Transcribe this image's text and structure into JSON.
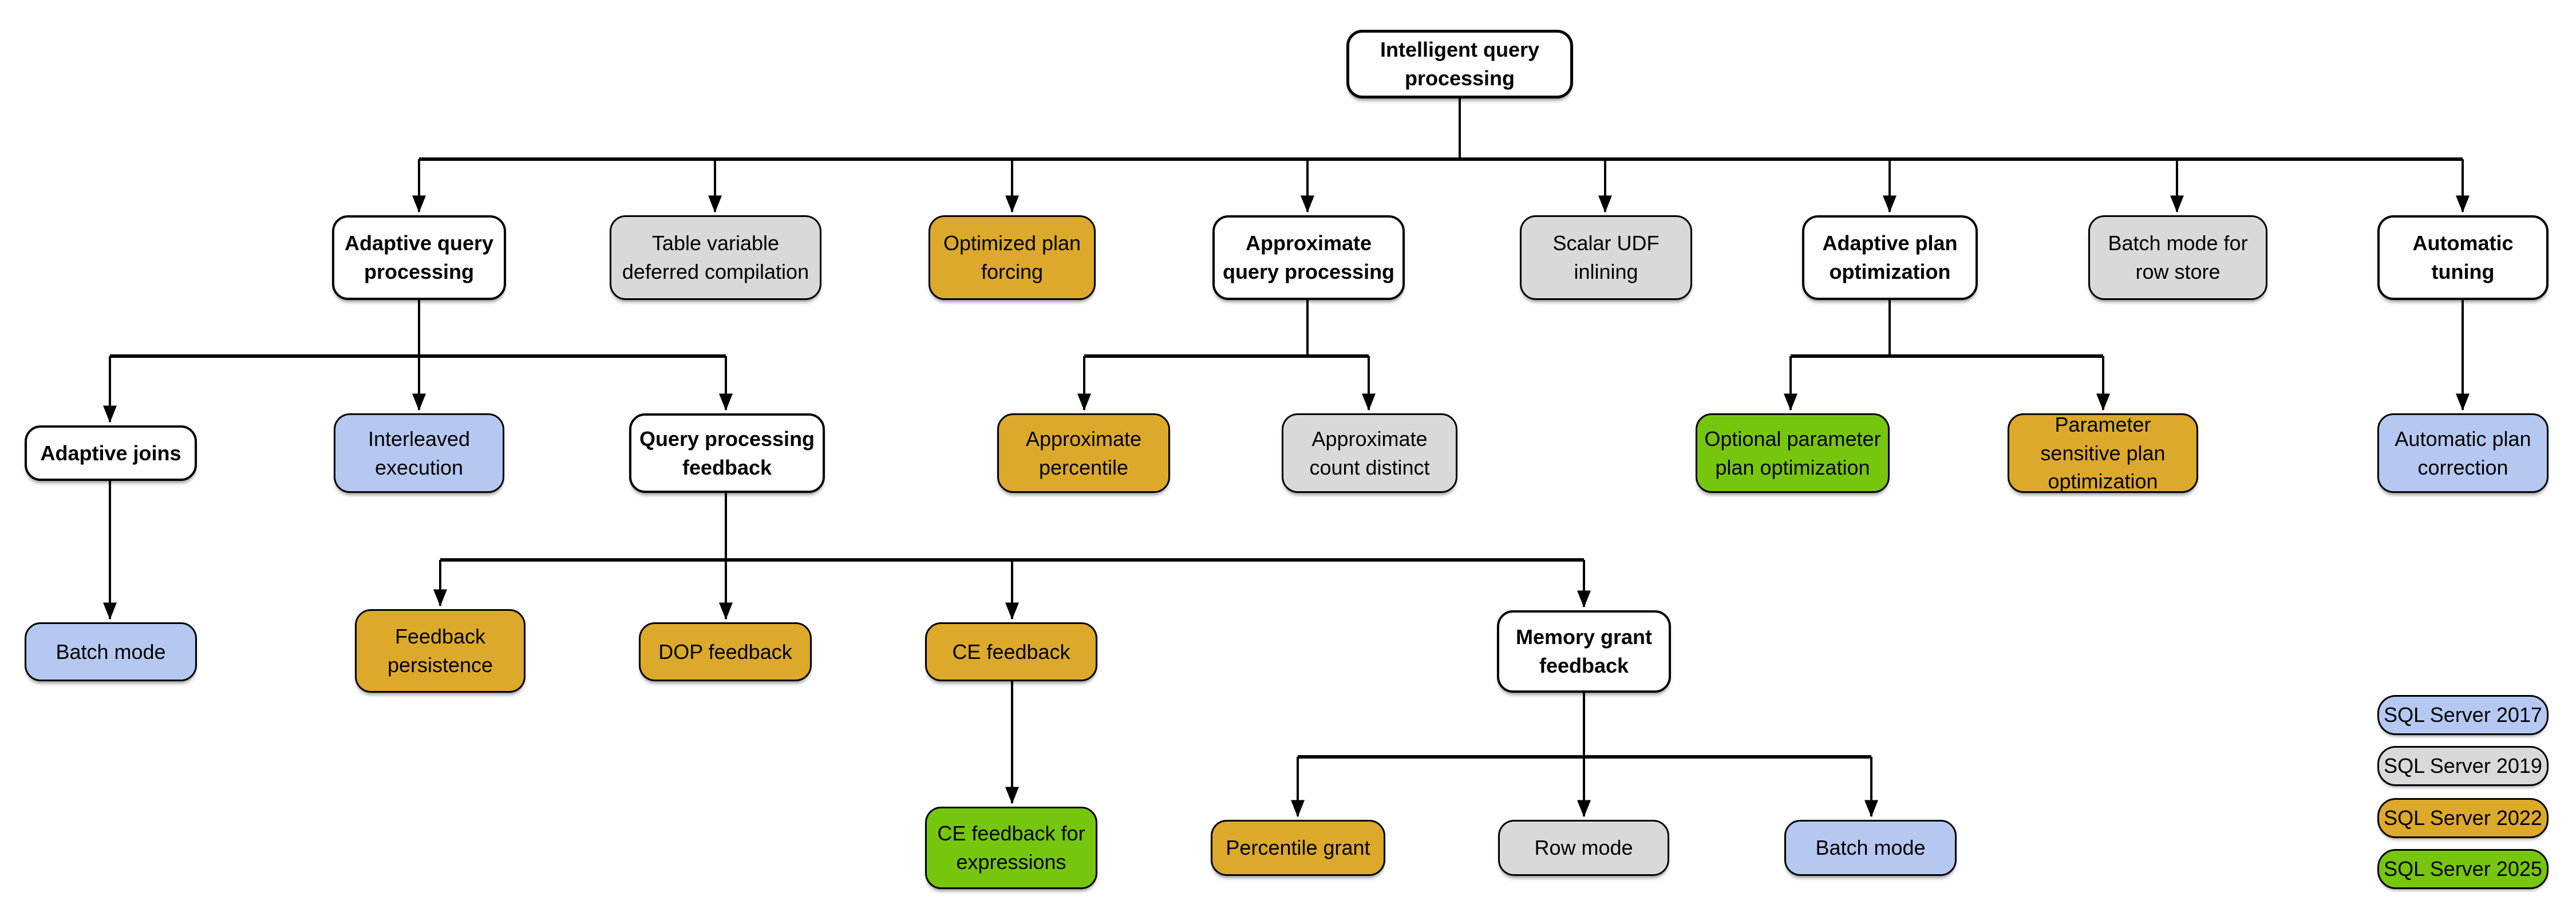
{
  "diagram_title": "Intelligent query processing",
  "colors": {
    "category": "#ffffff",
    "sql2017": "#b5c8f2",
    "sql2019": "#d9d9d9",
    "sql2022": "#dca92a",
    "sql2025": "#77c60e"
  },
  "nodes": {
    "root": {
      "label": "Intelligent query processing",
      "version": "category"
    },
    "aqp": {
      "label": "Adaptive query processing",
      "version": "category"
    },
    "tvdc": {
      "label": "Table variable deferred compilation",
      "version": "sql2019"
    },
    "opf": {
      "label": "Optimized plan forcing",
      "version": "sql2022"
    },
    "approx_qp": {
      "label": "Approximate query processing",
      "version": "category"
    },
    "sudf": {
      "label": "Scalar UDF inlining",
      "version": "sql2019"
    },
    "apo": {
      "label": "Adaptive plan optimization",
      "version": "category"
    },
    "bmrs": {
      "label": "Batch mode for row store",
      "version": "sql2019"
    },
    "at": {
      "label": "Automatic tuning",
      "version": "category"
    },
    "aj": {
      "label": "Adaptive joins",
      "version": "category"
    },
    "ie": {
      "label": "Interleaved execution",
      "version": "sql2017"
    },
    "qpf": {
      "label": "Query processing feedback",
      "version": "category"
    },
    "ap": {
      "label": "Approximate percentile",
      "version": "sql2022"
    },
    "acd": {
      "label": "Approximate count distinct",
      "version": "sql2019"
    },
    "oppo": {
      "label": "Optional parameter plan optimization",
      "version": "sql2025"
    },
    "pspo": {
      "label": "Parameter sensitive plan optimization",
      "version": "sql2022"
    },
    "apc": {
      "label": "Automatic plan correction",
      "version": "sql2017"
    },
    "bm_aj": {
      "label": "Batch mode",
      "version": "sql2017"
    },
    "fp": {
      "label": "Feedback persistence",
      "version": "sql2022"
    },
    "dop": {
      "label": "DOP feedback",
      "version": "sql2022"
    },
    "cef": {
      "label": "CE feedback",
      "version": "sql2022"
    },
    "mgf": {
      "label": "Memory grant feedback",
      "version": "category"
    },
    "cefe": {
      "label": "CE feedback for expressions",
      "version": "sql2025"
    },
    "pg": {
      "label": "Percentile grant",
      "version": "sql2022"
    },
    "rm": {
      "label": "Row mode",
      "version": "sql2019"
    },
    "bm_mgf": {
      "label": "Batch mode",
      "version": "sql2017"
    }
  },
  "legend": {
    "items": [
      {
        "label": "SQL Server 2017",
        "version": "sql2017",
        "color": "#b5c8f2"
      },
      {
        "label": "SQL Server 2019",
        "version": "sql2019",
        "color": "#d9d9d9"
      },
      {
        "label": "SQL Server 2022",
        "version": "sql2022",
        "color": "#dca92a"
      },
      {
        "label": "SQL Server 2025",
        "version": "sql2025",
        "color": "#77c60e"
      }
    ]
  }
}
